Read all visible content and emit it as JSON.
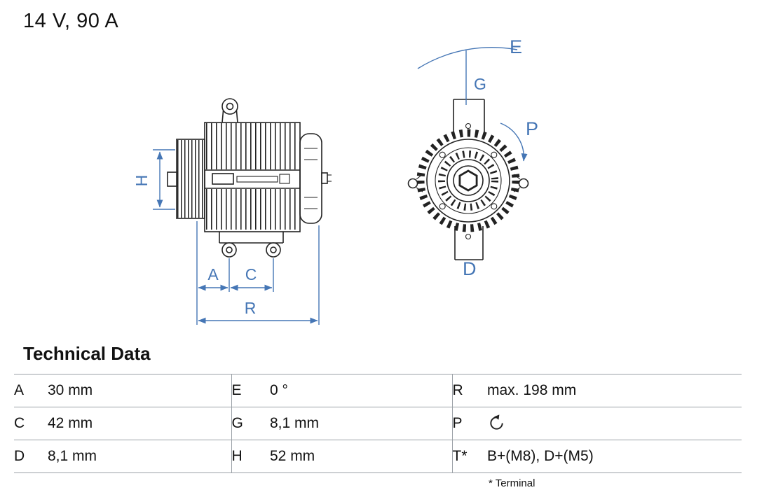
{
  "title": "14 V, 90 A",
  "drawing": {
    "dimension_color": "#4576b5",
    "line_color": "#222222",
    "labels": {
      "H": "H",
      "A": "A",
      "C": "C",
      "R": "R",
      "E": "E",
      "G": "G",
      "P": "P",
      "D": "D"
    }
  },
  "technical_data": {
    "heading": "Technical Data",
    "rows": [
      {
        "cells": [
          {
            "key": "A",
            "value": "30 mm"
          },
          {
            "key": "E",
            "value": "0 °"
          },
          {
            "key": "R",
            "value": "max. 198 mm"
          }
        ]
      },
      {
        "cells": [
          {
            "key": "C",
            "value": "42 mm"
          },
          {
            "key": "G",
            "value": "8,1 mm"
          },
          {
            "key": "P",
            "value": "",
            "icon": "rotation-direction-icon"
          }
        ]
      },
      {
        "cells": [
          {
            "key": "D",
            "value": "8,1 mm"
          },
          {
            "key": "H",
            "value": "52 mm"
          },
          {
            "key": "T*",
            "value": "B+(M8), D+(M5)"
          }
        ]
      }
    ],
    "footnote": "* Terminal"
  }
}
